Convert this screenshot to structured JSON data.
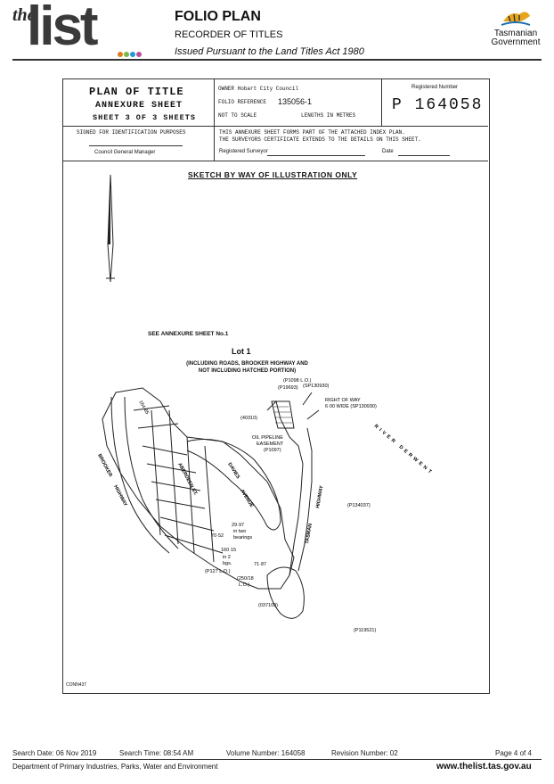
{
  "header": {
    "logo_the": "the",
    "logo_list": "list",
    "title": "FOLIO PLAN",
    "subtitle": "RECORDER OF TITLES",
    "issued": "Issued Pursuant to the Land Titles Act 1980",
    "government_line1": "Tasmanian",
    "government_line2": "Government",
    "logo_dot_colors": [
      "#e07b1a",
      "#7ab642",
      "#1d9bd7",
      "#b94f9c"
    ]
  },
  "plan": {
    "plan_of_title": "PLAN OF TITLE",
    "annexure_sheet": "ANNEXURE SHEET",
    "sheet_of": "SHEET 3 OF 3 SHEETS",
    "owner": "OWNER Hobart City Council",
    "folio_reference_label": "FOLIO REFERENCE",
    "folio_reference_value": "135056-1",
    "not_to_scale": "NOT TO SCALE",
    "lengths": "LENGTHS IN METRES",
    "registered_number_label": "Registered Number",
    "registered_number": "P 164058",
    "signed_for": "SIGNED FOR IDENTIFICATION PURPOSES",
    "council_gm": "Council General Manager",
    "annexure_note_1": "THIS ANNEXURE SHEET FORMS PART OF THE ATTACHED INDEX PLAN.",
    "annexure_note_2": "THE SURVEYORS CERTIFICATE EXTENDS TO THE DETAILS ON THIS SHEET.",
    "registered_surveyor": "Registered Surveyor",
    "date": "Date"
  },
  "sketch": {
    "heading": "SKETCH BY WAY OF ILLUSTRATION ONLY",
    "see_annexure": "SEE ANNEXURE SHEET No.1",
    "lot": "Lot 1",
    "including_1": "(INCLUDING ROADS, BROOKER HIGHWAY AND",
    "including_2": "NOT INCLUDING HATCHED PORTION)",
    "labels": {
      "p1098": "(P1098 L.O.)",
      "p19693": "(P19693)",
      "sp130930a": "(SP130930)",
      "right_of_way_1": "RIGHT OF WAY",
      "right_of_way_2": "6·00 WIDE (SP130930)",
      "n40310": "(40310)",
      "oil_1": "OIL PIPELINE",
      "oil_2": "EASEMENT",
      "p1097": "(P1097)",
      "river": "RIVER DERWENT",
      "brooker": "BROOKER",
      "highway1": "HIGHWAY",
      "aberdeen": "ABERDEEN ST.",
      "davies": "DAVIES",
      "avenue": "AVENUE",
      "tasman": "TASMAN",
      "highway2": "HIGHWAY",
      "p134037": "(P134037)",
      "dim1": "29·97",
      "in_two_1": "in two",
      "bearings": "bearings",
      "dim2": "70·52",
      "dim3": "160·15",
      "in_two_2": "in 2",
      "bgs": "bgs.",
      "p127": "(P127 L.O.)",
      "dim4": "71·87",
      "lo250": "(250/18",
      "lo250b": "L.O.)",
      "p37109": "(037109)",
      "p119521": "(P119521)",
      "corner_ref": "CONN437",
      "dim5": "164·85"
    }
  },
  "footer": {
    "search_date": "Search Date: 06 Nov 2019",
    "search_time": "Search Time: 08:54 AM",
    "volume": "Volume Number: 164058",
    "revision": "Revision Number: 02",
    "page": "Page 4 of 4",
    "department": "Department of Primary Industries, Parks, Water and Environment",
    "url": "www.thelist.tas.gov.au"
  }
}
